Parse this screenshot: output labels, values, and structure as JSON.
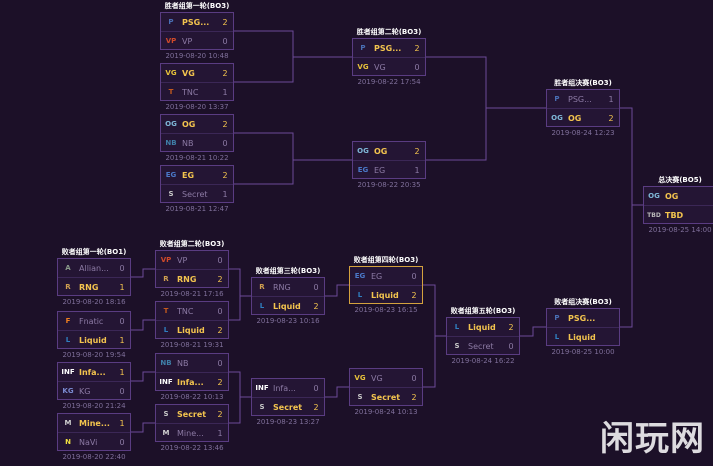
{
  "matches": [
    {
      "id": "ub1a",
      "title": "胜者组第一轮(BO3)",
      "date": "2019-08-20 10:48",
      "highlight": false,
      "teams": [
        {
          "name": "PSG...",
          "score": "2",
          "logo": "psg-lgd",
          "win": true
        },
        {
          "name": "VP",
          "score": "0",
          "logo": "virtus-pro",
          "win": false
        }
      ]
    },
    {
      "id": "ub1b",
      "title": "",
      "date": "2019-08-20 13:37",
      "highlight": false,
      "teams": [
        {
          "name": "VG",
          "score": "2",
          "logo": "vici-gaming",
          "win": true
        },
        {
          "name": "TNC",
          "score": "1",
          "logo": "tnc",
          "win": false
        }
      ]
    },
    {
      "id": "ub1c",
      "title": "",
      "date": "2019-08-21 10:22",
      "highlight": false,
      "teams": [
        {
          "name": "OG",
          "score": "2",
          "logo": "og",
          "win": true
        },
        {
          "name": "NB",
          "score": "0",
          "logo": "newbee",
          "win": false
        }
      ]
    },
    {
      "id": "ub1d",
      "title": "",
      "date": "2019-08-21 12:47",
      "highlight": false,
      "teams": [
        {
          "name": "EG",
          "score": "2",
          "logo": "evil-geniuses",
          "win": true
        },
        {
          "name": "Secret",
          "score": "1",
          "logo": "team-secret",
          "win": false
        }
      ]
    },
    {
      "id": "ub2a",
      "title": "胜者组第二轮(BO3)",
      "date": "2019-08-22 17:54",
      "highlight": false,
      "teams": [
        {
          "name": "PSG...",
          "score": "2",
          "logo": "psg-lgd",
          "win": true
        },
        {
          "name": "VG",
          "score": "0",
          "logo": "vici-gaming",
          "win": false
        }
      ]
    },
    {
      "id": "ub2b",
      "title": "",
      "date": "2019-08-22 20:35",
      "highlight": false,
      "teams": [
        {
          "name": "OG",
          "score": "2",
          "logo": "og",
          "win": true
        },
        {
          "name": "EG",
          "score": "1",
          "logo": "evil-geniuses",
          "win": false
        }
      ]
    },
    {
      "id": "ubf",
      "title": "胜者组决赛(BO3)",
      "date": "2019-08-24 12:23",
      "highlight": false,
      "teams": [
        {
          "name": "PSG...",
          "score": "1",
          "logo": "psg-lgd",
          "win": false
        },
        {
          "name": "OG",
          "score": "2",
          "logo": "og",
          "win": true
        }
      ]
    },
    {
      "id": "gf",
      "title": "总决赛(BO5)",
      "date": "2019-08-25 14:00",
      "highlight": false,
      "teams": [
        {
          "name": "OG",
          "score": "",
          "logo": "og",
          "win": true
        },
        {
          "name": "TBD",
          "score": "",
          "logo": "tbd",
          "win": true
        }
      ]
    },
    {
      "id": "lb1a",
      "title": "败者组第一轮(BO1)",
      "date": "2019-08-20 18:16",
      "highlight": false,
      "teams": [
        {
          "name": "Allian...",
          "score": "0",
          "logo": "alliance",
          "win": false
        },
        {
          "name": "RNG",
          "score": "1",
          "logo": "rng",
          "win": true
        }
      ]
    },
    {
      "id": "lb1b",
      "title": "",
      "date": "2019-08-20 19:54",
      "highlight": false,
      "teams": [
        {
          "name": "Fnatic",
          "score": "0",
          "logo": "fnatic",
          "win": false
        },
        {
          "name": "Liquid",
          "score": "1",
          "logo": "liquid",
          "win": true
        }
      ]
    },
    {
      "id": "lb1c",
      "title": "",
      "date": "2019-08-20 21:24",
      "highlight": false,
      "teams": [
        {
          "name": "Infa...",
          "score": "1",
          "logo": "infamous",
          "win": true
        },
        {
          "name": "KG",
          "score": "0",
          "logo": "keen-gaming",
          "win": false
        }
      ]
    },
    {
      "id": "lb1d",
      "title": "",
      "date": "2019-08-20 22:40",
      "highlight": false,
      "teams": [
        {
          "name": "Mine...",
          "score": "1",
          "logo": "mineski",
          "win": true
        },
        {
          "name": "NaVi",
          "score": "0",
          "logo": "navi",
          "win": false
        }
      ]
    },
    {
      "id": "lb2a",
      "title": "败者组第二轮(BO3)",
      "date": "2019-08-21 17:16",
      "highlight": false,
      "teams": [
        {
          "name": "VP",
          "score": "0",
          "logo": "virtus-pro",
          "win": false
        },
        {
          "name": "RNG",
          "score": "2",
          "logo": "rng",
          "win": true
        }
      ]
    },
    {
      "id": "lb2b",
      "title": "",
      "date": "2019-08-21 19:31",
      "highlight": false,
      "teams": [
        {
          "name": "TNC",
          "score": "0",
          "logo": "tnc",
          "win": false
        },
        {
          "name": "Liquid",
          "score": "2",
          "logo": "liquid",
          "win": true
        }
      ]
    },
    {
      "id": "lb2c",
      "title": "",
      "date": "2019-08-22 10:13",
      "highlight": false,
      "teams": [
        {
          "name": "NB",
          "score": "0",
          "logo": "newbee",
          "win": false
        },
        {
          "name": "Infa...",
          "score": "2",
          "logo": "infamous",
          "win": true
        }
      ]
    },
    {
      "id": "lb2d",
      "title": "",
      "date": "2019-08-22 13:46",
      "highlight": false,
      "teams": [
        {
          "name": "Secret",
          "score": "2",
          "logo": "team-secret",
          "win": true
        },
        {
          "name": "Mine...",
          "score": "1",
          "logo": "mineski",
          "win": false
        }
      ]
    },
    {
      "id": "lb3a",
      "title": "败者组第三轮(BO3)",
      "date": "2019-08-23 10:16",
      "highlight": false,
      "teams": [
        {
          "name": "RNG",
          "score": "0",
          "logo": "rng",
          "win": false
        },
        {
          "name": "Liquid",
          "score": "2",
          "logo": "liquid",
          "win": true
        }
      ]
    },
    {
      "id": "lb3b",
      "title": "",
      "date": "2019-08-23 13:27",
      "highlight": false,
      "teams": [
        {
          "name": "Infa...",
          "score": "0",
          "logo": "infamous",
          "win": false
        },
        {
          "name": "Secret",
          "score": "2",
          "logo": "team-secret",
          "win": true
        }
      ]
    },
    {
      "id": "lb4a",
      "title": "败者组第四轮(BO3)",
      "date": "2019-08-23 16:15",
      "highlight": true,
      "teams": [
        {
          "name": "EG",
          "score": "0",
          "logo": "evil-geniuses",
          "win": false
        },
        {
          "name": "Liquid",
          "score": "2",
          "logo": "liquid",
          "win": true
        }
      ]
    },
    {
      "id": "lb4b",
      "title": "",
      "date": "2019-08-24 10:13",
      "highlight": false,
      "teams": [
        {
          "name": "VG",
          "score": "0",
          "logo": "vici-gaming",
          "win": false
        },
        {
          "name": "Secret",
          "score": "2",
          "logo": "team-secret",
          "win": true
        }
      ]
    },
    {
      "id": "lb5",
      "title": "败者组第五轮(BO3)",
      "date": "2019-08-24 16:22",
      "highlight": false,
      "teams": [
        {
          "name": "Liquid",
          "score": "2",
          "logo": "liquid",
          "win": true
        },
        {
          "name": "Secret",
          "score": "0",
          "logo": "team-secret",
          "win": false
        }
      ]
    },
    {
      "id": "lbf",
      "title": "败者组决赛(BO3)",
      "date": "2019-08-25 10:00",
      "highlight": false,
      "teams": [
        {
          "name": "PSG...",
          "score": "",
          "logo": "psg-lgd",
          "win": true
        },
        {
          "name": "Liquid",
          "score": "",
          "logo": "liquid",
          "win": true
        }
      ]
    }
  ],
  "logo_colors": {
    "psg-lgd": "#4a6fb5",
    "virtus-pro": "#d04a2a",
    "vici-gaming": "#e8c23a",
    "tnc": "#c45a1e",
    "og": "#7fb8d8",
    "newbee": "#3f7fa8",
    "evil-geniuses": "#4a78c8",
    "team-secret": "#c8c8c8",
    "alliance": "#8a9a8a",
    "rng": "#d0a050",
    "fnatic": "#f08020",
    "liquid": "#2f7fc0",
    "infamous": "#ffffff",
    "keen-gaming": "#7a8ad0",
    "mineski": "#d0d0d0",
    "navi": "#f0e040",
    "tbd": "#bbbbbb"
  },
  "watermark": "闲玩网"
}
